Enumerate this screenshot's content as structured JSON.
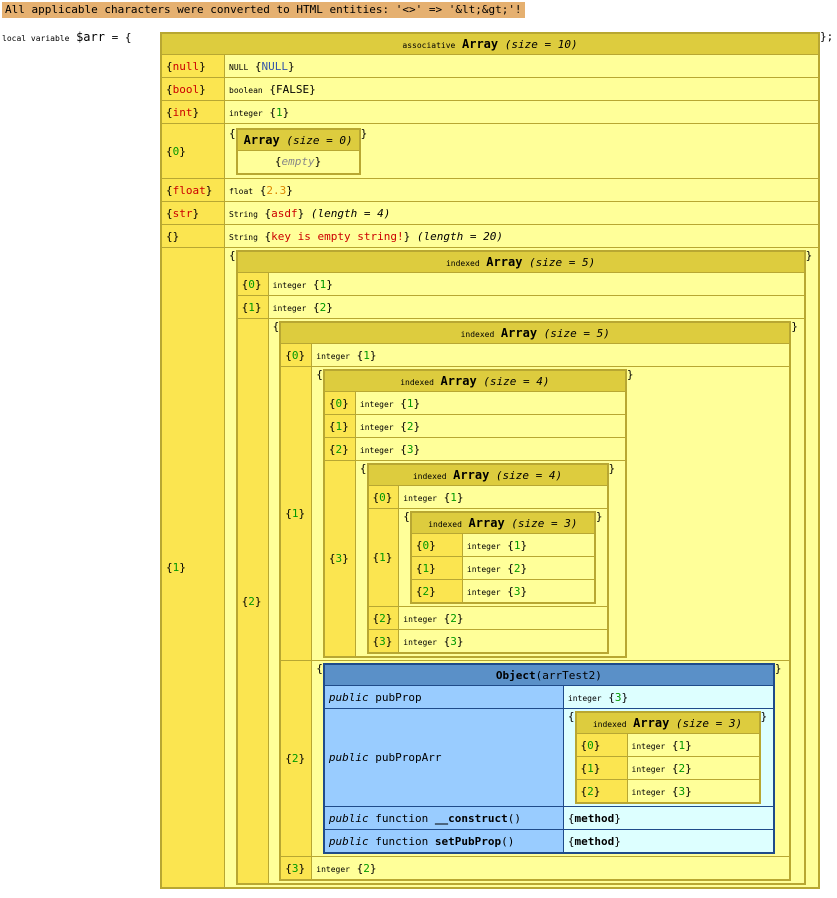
{
  "notice": "All applicable characters were converted to HTML entities: '<>' => '&lt;&gt;'!",
  "var": {
    "prefix": "local variable",
    "name": "$arr",
    "eq": "= {",
    "close": "};"
  },
  "root": {
    "type": "associative",
    "label": "Array",
    "size": "(size = 10)"
  },
  "rows": {
    "null": {
      "key": "null",
      "type": "NULL",
      "value": "NULL"
    },
    "bool": {
      "key": "bool",
      "type": "boolean",
      "value": "FALSE"
    },
    "int": {
      "key": "int",
      "type": "integer",
      "value": "1"
    },
    "zero": {
      "key": "0",
      "arr_label": "Array",
      "arr_size": "(size = 0)",
      "empty": "empty"
    },
    "float": {
      "key": "float",
      "type": "float",
      "value": "2.3"
    },
    "str": {
      "key": "str",
      "type": "String",
      "value": "asdf",
      "length": "(length = 4)"
    },
    "emptykey": {
      "key": "",
      "type": "String",
      "value": "key is empty string!",
      "length": "(length = 20)"
    },
    "one": {
      "key": "1"
    }
  },
  "lvl1": {
    "type": "indexed",
    "label": "Array",
    "size": "(size = 5)",
    "rows": [
      {
        "key": "0",
        "type": "integer",
        "value": "1"
      },
      {
        "key": "1",
        "type": "integer",
        "value": "2"
      }
    ],
    "key2": "2"
  },
  "lvl2": {
    "type": "indexed",
    "label": "Array",
    "size": "(size = 5)",
    "rows": [
      {
        "key": "0",
        "type": "integer",
        "value": "1"
      }
    ],
    "key1": "1",
    "key2": "2",
    "key3": "3",
    "row3": {
      "type": "integer",
      "value": "2"
    }
  },
  "lvl3": {
    "type": "indexed",
    "label": "Array",
    "size": "(size = 4)",
    "rows": [
      {
        "key": "0",
        "type": "integer",
        "value": "1"
      },
      {
        "key": "1",
        "type": "integer",
        "value": "2"
      },
      {
        "key": "2",
        "type": "integer",
        "value": "3"
      }
    ],
    "key3": "3"
  },
  "lvl4": {
    "type": "indexed",
    "label": "Array",
    "size": "(size = 4)",
    "rows": [
      {
        "key": "0",
        "type": "integer",
        "value": "1"
      }
    ],
    "key1": "1",
    "rows2": [
      {
        "key": "2",
        "type": "integer",
        "value": "2"
      },
      {
        "key": "3",
        "type": "integer",
        "value": "3"
      }
    ]
  },
  "lvl5": {
    "type": "indexed",
    "label": "Array",
    "size": "(size = 3)",
    "rows": [
      {
        "key": "0",
        "type": "integer",
        "value": "1"
      },
      {
        "key": "1",
        "type": "integer",
        "value": "2"
      },
      {
        "key": "2",
        "type": "integer",
        "value": "3"
      }
    ]
  },
  "object": {
    "label": "Object",
    "class": "(arrTest2)",
    "pubProp": {
      "vis": "public",
      "name": "pubProp",
      "type": "integer",
      "value": "3"
    },
    "pubPropArr": {
      "vis": "public",
      "name": "pubPropArr",
      "arr": {
        "type": "indexed",
        "label": "Array",
        "size": "(size = 3)",
        "rows": [
          {
            "key": "0",
            "type": "integer",
            "value": "1"
          },
          {
            "key": "1",
            "type": "integer",
            "value": "2"
          },
          {
            "key": "2",
            "type": "integer",
            "value": "3"
          }
        ]
      }
    },
    "m1": {
      "vis": "public",
      "kw": "function",
      "name": "__construct",
      "parens": "()",
      "value": "method"
    },
    "m2": {
      "vis": "public",
      "kw": "function",
      "name": "setPubProp",
      "parens": "()",
      "value": "method"
    }
  },
  "colors": {
    "array_header": "#ddcc3e",
    "array_bg": "#ffff99",
    "array_key": "#fbe550",
    "object_header": "#5a90c8",
    "object_key": "#99ccff",
    "object_val": "#ddffff"
  }
}
